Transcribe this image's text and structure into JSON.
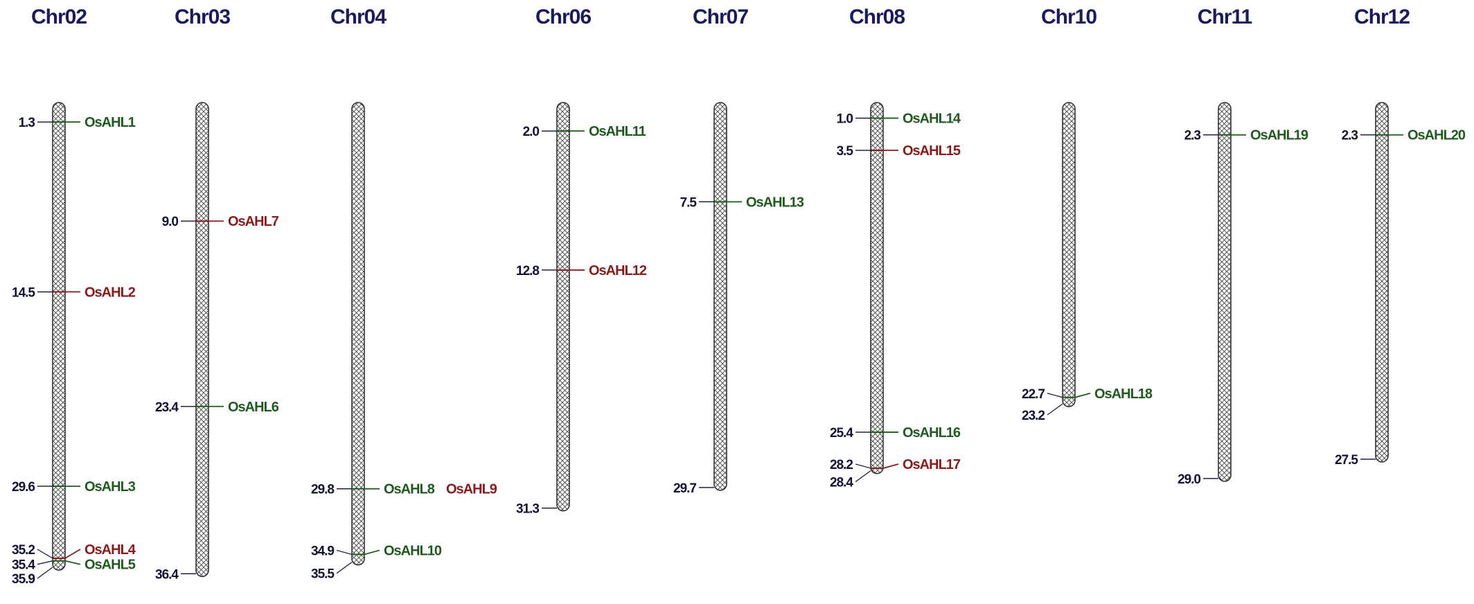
{
  "colors": {
    "title": "#1a1a5e",
    "position_text": "#111133",
    "gene_group_a": "#1f5a1f",
    "gene_group_b": "#8b1a1a",
    "chromosome_outline": "#333333",
    "hatch": "#444444"
  },
  "chromosomes": [
    {
      "title": "Chr02",
      "length": 35.9,
      "length_label": "35.9",
      "markers": [
        {
          "pos": 1.3,
          "pos_label": "1.3",
          "gene": "OsAHL1",
          "group": "a"
        },
        {
          "pos": 14.5,
          "pos_label": "14.5",
          "gene": "OsAHL2",
          "group": "b"
        },
        {
          "pos": 29.6,
          "pos_label": "29.6",
          "gene": "OsAHL3",
          "group": "a"
        },
        {
          "pos": 35.2,
          "pos_label": "35.2",
          "gene": "OsAHL4",
          "group": "b"
        },
        {
          "pos": 35.4,
          "pos_label": "35.4",
          "gene": "OsAHL5",
          "group": "a"
        }
      ]
    },
    {
      "title": "Chr03",
      "length": 36.4,
      "length_label": "36.4",
      "markers": [
        {
          "pos": 9.0,
          "pos_label": "9.0",
          "gene": "OsAHL7",
          "group": "b"
        },
        {
          "pos": 23.4,
          "pos_label": "23.4",
          "gene": "OsAHL6",
          "group": "a"
        }
      ]
    },
    {
      "title": "Chr04",
      "length": 35.5,
      "length_label": "35.5",
      "markers": [
        {
          "pos": 29.8,
          "pos_label": "29.8",
          "genes": [
            {
              "name": "OsAHL8",
              "group": "a"
            },
            {
              "name": "OsAHL9",
              "group": "b"
            }
          ]
        },
        {
          "pos": 34.9,
          "pos_label": "34.9",
          "gene": "OsAHL10",
          "group": "a"
        }
      ]
    },
    {
      "title": "Chr06",
      "length": 31.3,
      "length_label": "31.3",
      "markers": [
        {
          "pos": 2.0,
          "pos_label": "2.0",
          "gene": "OsAHL11",
          "group": "a"
        },
        {
          "pos": 12.8,
          "pos_label": "12.8",
          "gene": "OsAHL12",
          "group": "b"
        }
      ]
    },
    {
      "title": "Chr07",
      "length": 29.7,
      "length_label": "29.7",
      "markers": [
        {
          "pos": 7.5,
          "pos_label": "7.5",
          "gene": "OsAHL13",
          "group": "a"
        }
      ]
    },
    {
      "title": "Chr08",
      "length": 28.4,
      "length_label": "28.4",
      "markers": [
        {
          "pos": 1.0,
          "pos_label": "1.0",
          "gene": "OsAHL14",
          "group": "a"
        },
        {
          "pos": 3.5,
          "pos_label": "3.5",
          "gene": "OsAHL15",
          "group": "b"
        },
        {
          "pos": 25.4,
          "pos_label": "25.4",
          "gene": "OsAHL16",
          "group": "a"
        },
        {
          "pos": 28.2,
          "pos_label": "28.2",
          "gene": "OsAHL17",
          "group": "b"
        }
      ]
    },
    {
      "title": "Chr10",
      "length": 23.2,
      "length_label": "23.2",
      "markers": [
        {
          "pos": 22.7,
          "pos_label": "22.7",
          "gene": "OsAHL18",
          "group": "a"
        }
      ]
    },
    {
      "title": "Chr11",
      "length": 29.0,
      "length_label": "29.0",
      "markers": [
        {
          "pos": 2.3,
          "pos_label": "2.3",
          "gene": "OsAHL19",
          "group": "a"
        }
      ]
    },
    {
      "title": "Chr12",
      "length": 27.5,
      "length_label": "27.5",
      "markers": [
        {
          "pos": 2.3,
          "pos_label": "2.3",
          "gene": "OsAHL20",
          "group": "a"
        }
      ]
    }
  ]
}
